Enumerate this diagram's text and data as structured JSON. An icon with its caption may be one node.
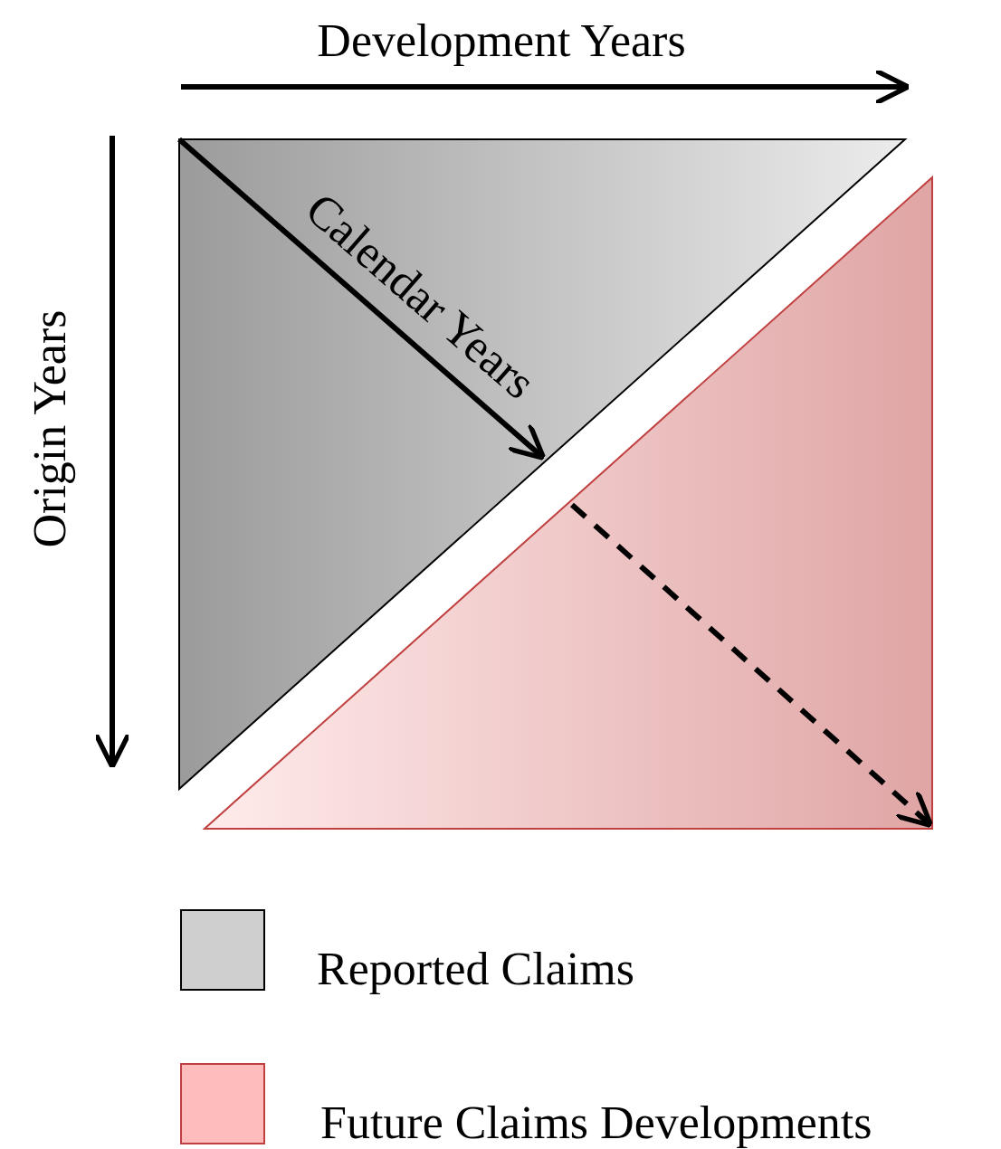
{
  "diagram": {
    "labels": [
      "Development Years",
      "Calendar Years",
      "Origin Years"
    ],
    "legend": [
      {
        "text": "Reported Claims",
        "color": "#cfcfcf"
      },
      {
        "text": "Future Claims Developments",
        "color": "#ffbcbc"
      }
    ]
  }
}
